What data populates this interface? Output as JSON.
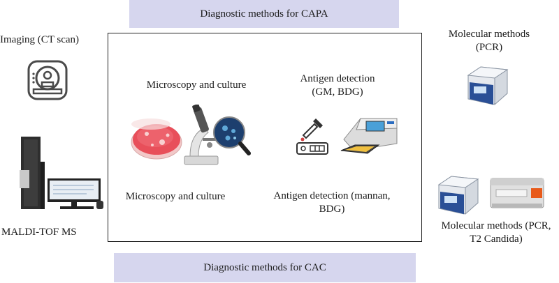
{
  "banners": {
    "top": "Diagnostic methods for CAPA",
    "bottom": "Diagnostic methods for CAC"
  },
  "labels": {
    "imaging": "Imaging (CT scan)",
    "maldi": "MALDI-TOF MS",
    "micro_capa": "Microscopy and culture",
    "antigen_capa_l1": "Antigen detection",
    "antigen_capa_l2": "(GM, BDG)",
    "molecular_capa_l1": "Molecular methods",
    "molecular_capa_l2": "(PCR)",
    "micro_cac": "Microscopy and culture",
    "antigen_cac_l1": "Antigen detection (mannan,",
    "antigen_cac_l2": "BDG)",
    "molecular_cac_l1": "Molecular methods (PCR,",
    "molecular_cac_l2": "T2 Candida)"
  },
  "icons": [
    "ct-scanner-icon",
    "maldi-tof-instrument-icon",
    "petri-dish-icon",
    "microscope-icon",
    "magnifier-icon",
    "dropper-icon",
    "test-cassette-icon",
    "elisa-reader-icon",
    "pcr-machine-icon",
    "t2-instrument-icon"
  ]
}
